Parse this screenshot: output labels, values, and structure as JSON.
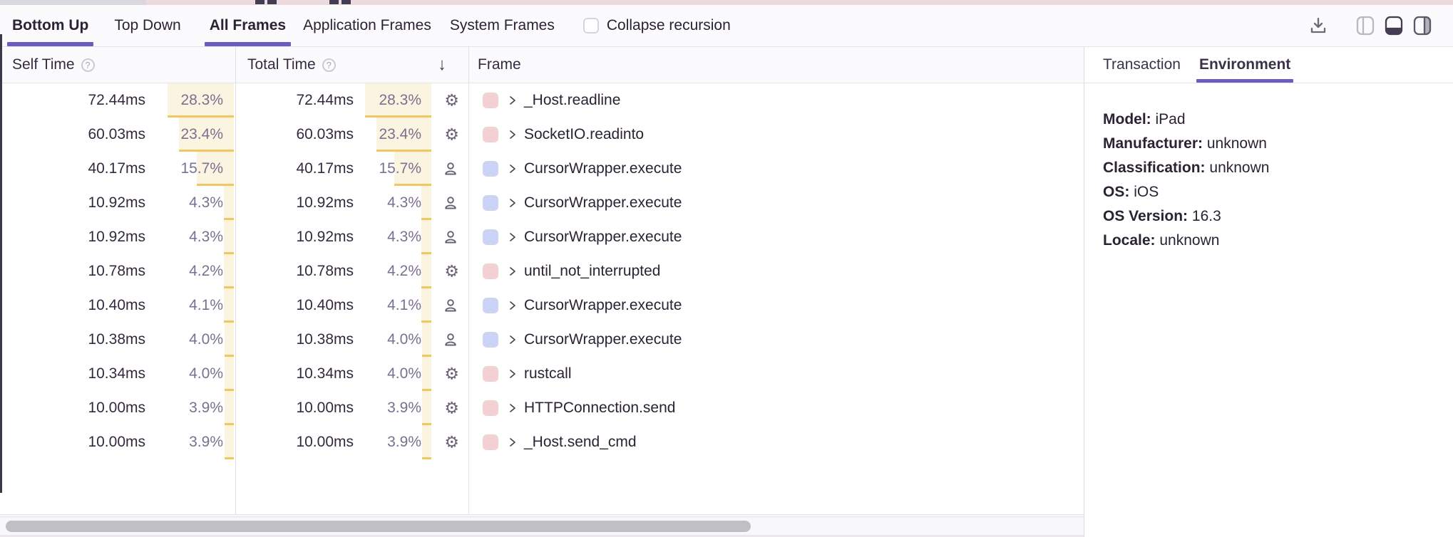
{
  "toolbar": {
    "view_tabs": [
      {
        "label": "Bottom Up",
        "active": true
      },
      {
        "label": "Top Down",
        "active": false
      }
    ],
    "frame_tabs": [
      {
        "label": "All Frames",
        "active": true
      },
      {
        "label": "Application Frames",
        "active": false
      },
      {
        "label": "System Frames",
        "active": false
      }
    ],
    "collapse_recursion": {
      "label": "Collapse recursion",
      "checked": false
    },
    "icons": [
      "download-icon",
      "layout-left-panel-icon",
      "layout-bottom-panel-icon",
      "layout-right-panel-icon"
    ]
  },
  "glyphs": {
    "help": "?",
    "sort_desc": "↓",
    "gear": "⚙"
  },
  "table": {
    "columns": [
      {
        "label": "Self Time",
        "help": true
      },
      {
        "label": "Total Time",
        "help": true,
        "sorted": "desc"
      },
      {
        "label": "Frame"
      }
    ],
    "rows": [
      {
        "self_time": "72.44ms",
        "self_pct": "28.3%",
        "total_time": "72.44ms",
        "total_pct": "28.3%",
        "pct_value": 28.3,
        "frame_type": "system",
        "frame_name": "_Host.readline"
      },
      {
        "self_time": "60.03ms",
        "self_pct": "23.4%",
        "total_time": "60.03ms",
        "total_pct": "23.4%",
        "pct_value": 23.4,
        "frame_type": "system",
        "frame_name": "SocketIO.readinto"
      },
      {
        "self_time": "40.17ms",
        "self_pct": "15.7%",
        "total_time": "40.17ms",
        "total_pct": "15.7%",
        "pct_value": 15.7,
        "frame_type": "application",
        "frame_name": "CursorWrapper.execute"
      },
      {
        "self_time": "10.92ms",
        "self_pct": "4.3%",
        "total_time": "10.92ms",
        "total_pct": "4.3%",
        "pct_value": 4.3,
        "frame_type": "application",
        "frame_name": "CursorWrapper.execute"
      },
      {
        "self_time": "10.92ms",
        "self_pct": "4.3%",
        "total_time": "10.92ms",
        "total_pct": "4.3%",
        "pct_value": 4.3,
        "frame_type": "application",
        "frame_name": "CursorWrapper.execute"
      },
      {
        "self_time": "10.78ms",
        "self_pct": "4.2%",
        "total_time": "10.78ms",
        "total_pct": "4.2%",
        "pct_value": 4.2,
        "frame_type": "system",
        "frame_name": "until_not_interrupted"
      },
      {
        "self_time": "10.40ms",
        "self_pct": "4.1%",
        "total_time": "10.40ms",
        "total_pct": "4.1%",
        "pct_value": 4.1,
        "frame_type": "application",
        "frame_name": "CursorWrapper.execute"
      },
      {
        "self_time": "10.38ms",
        "self_pct": "4.0%",
        "total_time": "10.38ms",
        "total_pct": "4.0%",
        "pct_value": 4.0,
        "frame_type": "application",
        "frame_name": "CursorWrapper.execute"
      },
      {
        "self_time": "10.34ms",
        "self_pct": "4.0%",
        "total_time": "10.34ms",
        "total_pct": "4.0%",
        "pct_value": 4.0,
        "frame_type": "system",
        "frame_name": "rustcall"
      },
      {
        "self_time": "10.00ms",
        "self_pct": "3.9%",
        "total_time": "10.00ms",
        "total_pct": "3.9%",
        "pct_value": 3.9,
        "frame_type": "system",
        "frame_name": "HTTPConnection.send"
      },
      {
        "self_time": "10.00ms",
        "self_pct": "3.9%",
        "total_time": "10.00ms",
        "total_pct": "3.9%",
        "pct_value": 3.9,
        "frame_type": "system",
        "frame_name": "_Host.send_cmd"
      }
    ]
  },
  "side_panel": {
    "tabs": [
      {
        "label": "Transaction",
        "active": false
      },
      {
        "label": "Environment",
        "active": true
      }
    ],
    "fields": [
      {
        "label": "Model:",
        "value": "iPad"
      },
      {
        "label": "Manufacturer:",
        "value": "unknown"
      },
      {
        "label": "Classification:",
        "value": "unknown"
      },
      {
        "label": "OS:",
        "value": "iOS"
      },
      {
        "label": "OS Version:",
        "value": "16.3"
      },
      {
        "label": "Locale:",
        "value": "unknown"
      }
    ]
  },
  "colors": {
    "accent_purple": "#6a5cc0",
    "bar_bg": "#faf4e1",
    "bar_border": "#f2c75e",
    "system_chip": "#f2d0d3",
    "application_chip": "#cbd3f7",
    "text_dark": "#2b2233",
    "text_muted": "#7a7090"
  }
}
